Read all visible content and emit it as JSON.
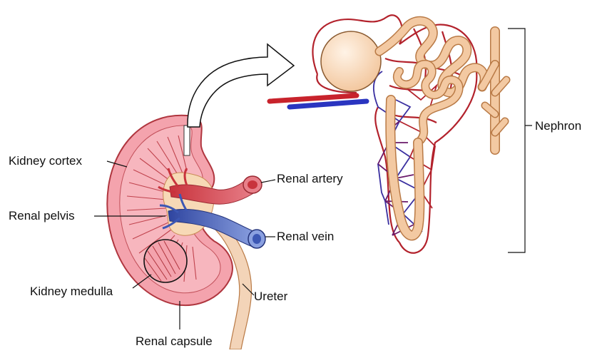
{
  "labels": {
    "kidney_cortex": "Kidney cortex",
    "renal_pelvis": "Renal pelvis",
    "kidney_medulla": "Kidney medulla",
    "renal_capsule": "Renal capsule",
    "renal_artery": "Renal artery",
    "renal_vein": "Renal vein",
    "ureter": "Ureter",
    "nephron": "Nephron"
  },
  "colors": {
    "kidney_outer": "#f4a3ad",
    "kidney_inner": "#f8c3c9",
    "kidney_outline": "#b0363f",
    "artery": "#c8333c",
    "vein": "#3c57b4",
    "tubule": "#f3c9a2",
    "tubule_outline": "#b97a46",
    "capillary_red": "#b3222c",
    "capillary_blue": "#3a2fa0"
  }
}
